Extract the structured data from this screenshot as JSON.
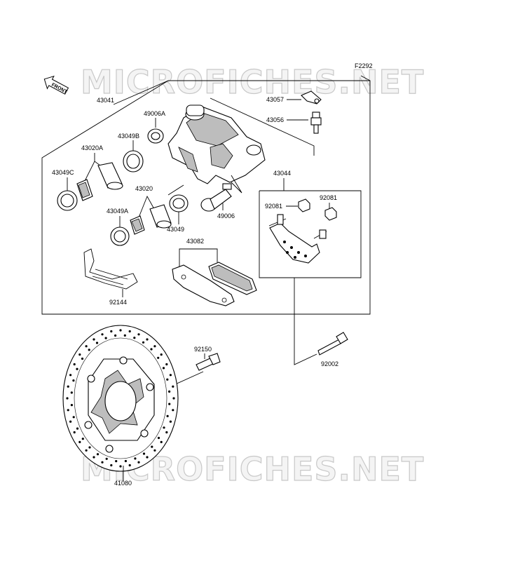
{
  "figure_code": "F2292",
  "front_marker": "FRONT",
  "watermark_text": "MICROFICHES.NET",
  "labels": {
    "p43041": "43041",
    "p49006a": "49006A",
    "p43057": "43057",
    "p43056": "43056",
    "p43049b": "43049B",
    "p43020a": "43020A",
    "p43049c": "43049C",
    "p43020": "43020",
    "p43049a": "43049A",
    "p43049": "43049",
    "p49006": "49006",
    "p43044": "43044",
    "p92081a": "92081",
    "p92081b": "92081",
    "p43082": "43082",
    "p92144": "92144",
    "p92150": "92150",
    "p92002": "92002",
    "p41080": "41080"
  },
  "colors": {
    "line": "#000000",
    "watermark_stroke": "#c8c8c8",
    "shade": "#bdbdbd"
  }
}
